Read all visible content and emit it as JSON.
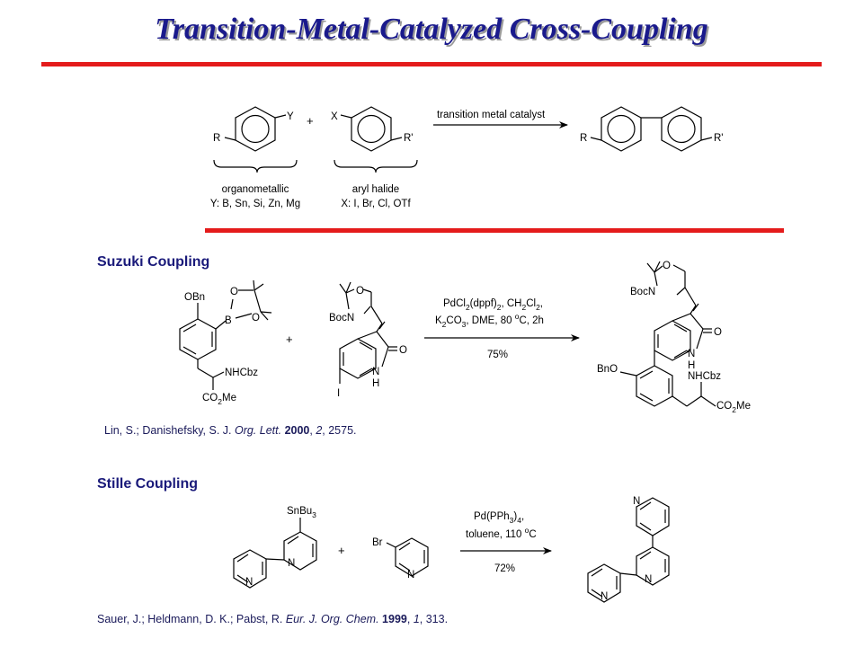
{
  "title": "Transition-Metal-Catalyzed Cross-Coupling",
  "colors": {
    "title": "#1a1a8c",
    "rule": "#e41b1b",
    "section": "#1a1a7a"
  },
  "general": {
    "r_label": "R",
    "y_label": "Y",
    "plus": "+",
    "x_label": "X",
    "r_prime": "R'",
    "arrow_label": "transition metal catalyst",
    "left_caption_1": "organometallic",
    "left_caption_2": "Y: B, Sn, Si, Zn, Mg",
    "right_caption_1": "aryl halide",
    "right_caption_2": "X: I, Br, Cl, OTf"
  },
  "suzuki": {
    "heading": "Suzuki Coupling",
    "obn": "OBn",
    "boron": "B",
    "o1": "O",
    "o2": "O",
    "nhcbz": "NHCbz",
    "co2me_pre": "CO",
    "co2me_sub": "2",
    "co2me_post": "Me",
    "plus": "+",
    "bocn": "BocN",
    "ring_o": "O",
    "carbonyl_o": "O",
    "nh_n": "N",
    "nh_h": "H",
    "iodo": "I",
    "cond_1a": "PdCl",
    "cond_1b": "2",
    "cond_1c": "(dppf)",
    "cond_1d": "2",
    "cond_1e": ", CH",
    "cond_1f": "2",
    "cond_1g": "Cl",
    "cond_1h": "2",
    "cond_1i": ",",
    "cond_2a": "K",
    "cond_2b": "2",
    "cond_2c": "CO",
    "cond_2d": "3",
    "cond_2e": ", DME, 80 ",
    "cond_2f": "o",
    "cond_2g": "C, 2h",
    "yield": "75%",
    "product_bocn": "BocN",
    "product_ring_o": "O",
    "product_carbonyl_o": "O",
    "product_nh_n": "N",
    "product_nh_h": "H",
    "product_bno": "BnO",
    "product_nhcbz": "NHCbz",
    "product_co2me_pre": "CO",
    "product_co2me_sub": "2",
    "product_co2me_post": "Me",
    "ref_authors": "Lin, S.; Danishefsky, S. J. ",
    "ref_journal": "Org. Lett.",
    "ref_sp1": " ",
    "ref_year": "2000",
    "ref_sep1": ", ",
    "ref_volume": "2",
    "ref_pages": ", 2575."
  },
  "stille": {
    "heading": "Stille Coupling",
    "snbu3_pre": "SnBu",
    "snbu3_sub": "3",
    "n1": "N",
    "n2": "N",
    "plus": "+",
    "br": "Br",
    "n3": "N",
    "cond_1a": "Pd(PPh",
    "cond_1b": "3",
    "cond_1c": ")",
    "cond_1d": "4",
    "cond_1e": ",",
    "cond_2a": "toluene, 110 ",
    "cond_2b": "o",
    "cond_2c": "C",
    "yield": "72%",
    "product_n1": "N",
    "product_n2": "N",
    "product_n3": "N",
    "ref_authors": "Sauer, J.; Heldmann, D. K.; Pabst, R. ",
    "ref_journal": "Eur. J. Org. Chem.",
    "ref_sp1": " ",
    "ref_year": "1999",
    "ref_sep1": ", ",
    "ref_volume": "1",
    "ref_pages": ", 313."
  }
}
